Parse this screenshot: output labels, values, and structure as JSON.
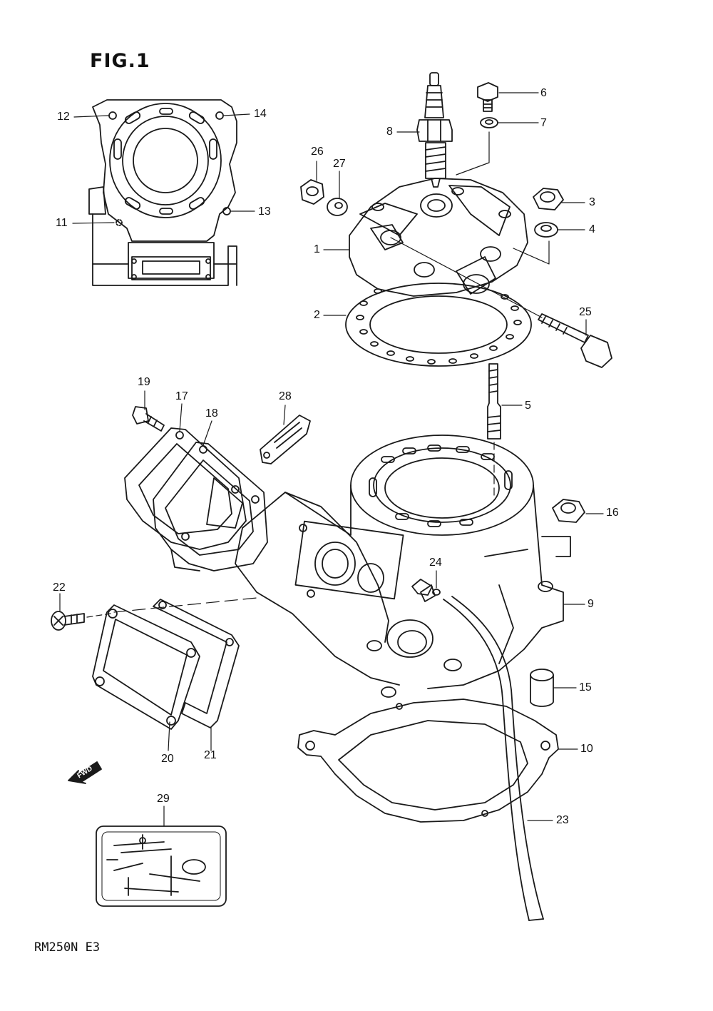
{
  "figure": {
    "title": "FIG.1",
    "model": "RM250N E3"
  },
  "callouts": [
    {
      "id": "c1",
      "text": "1"
    },
    {
      "id": "c2",
      "text": "2"
    },
    {
      "id": "c3",
      "text": "3"
    },
    {
      "id": "c4",
      "text": "4"
    },
    {
      "id": "c5",
      "text": "5"
    },
    {
      "id": "c6",
      "text": "6"
    },
    {
      "id": "c7",
      "text": "7"
    },
    {
      "id": "c8",
      "text": "8"
    },
    {
      "id": "c9",
      "text": "9"
    },
    {
      "id": "c10",
      "text": "10"
    },
    {
      "id": "c11",
      "text": "11"
    },
    {
      "id": "c12",
      "text": "12"
    },
    {
      "id": "c13",
      "text": "13"
    },
    {
      "id": "c14",
      "text": "14"
    },
    {
      "id": "c15",
      "text": "15"
    },
    {
      "id": "c16",
      "text": "16"
    },
    {
      "id": "c17",
      "text": "17"
    },
    {
      "id": "c18",
      "text": "18"
    },
    {
      "id": "c19",
      "text": "19"
    },
    {
      "id": "c20",
      "text": "20"
    },
    {
      "id": "c21",
      "text": "21"
    },
    {
      "id": "c22",
      "text": "22"
    },
    {
      "id": "c23",
      "text": "23"
    },
    {
      "id": "c24",
      "text": "24"
    },
    {
      "id": "c25",
      "text": "25"
    },
    {
      "id": "c26",
      "text": "26"
    },
    {
      "id": "c27",
      "text": "27"
    },
    {
      "id": "c28",
      "text": "28"
    },
    {
      "id": "c29",
      "text": "29"
    }
  ],
  "fwd_arrow": {
    "label": "FWD"
  },
  "colors": {
    "ink": "#1a1a1a",
    "paper": "#ffffff"
  }
}
